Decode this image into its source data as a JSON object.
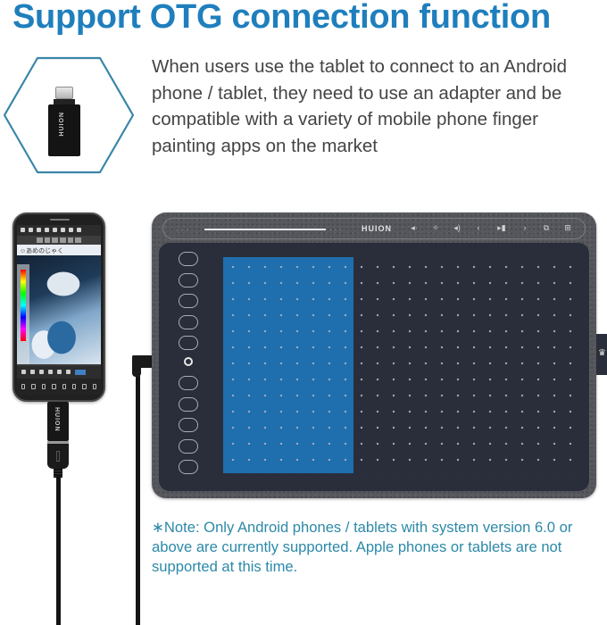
{
  "header": {
    "title": "Support OTG connection function"
  },
  "description": {
    "text": "When users use the tablet to connect to an Android phone / tablet, they need to use an adapter and be compatible with a variety of mobile phone finger painting apps on the market"
  },
  "adapter_product": {
    "brand_label": "HUION",
    "icon": "otg-adapter-icon"
  },
  "phone": {
    "app_title": "☺あめのじゃく",
    "otg_brand_label": "HUION"
  },
  "tablet": {
    "brand": "HUION",
    "top_bar_icons": [
      {
        "name": "volume-down-icon",
        "glyph": "◂·"
      },
      {
        "name": "brightness-icon",
        "glyph": "✧"
      },
      {
        "name": "volume-up-icon",
        "glyph": "◂)"
      },
      {
        "name": "previous-icon",
        "glyph": "‹"
      },
      {
        "name": "play-pause-icon",
        "glyph": "▸▮"
      },
      {
        "name": "next-icon",
        "glyph": "›"
      },
      {
        "name": "screen-switch-icon",
        "glyph": "⧉"
      },
      {
        "name": "grid-icon",
        "glyph": "⊞"
      }
    ],
    "side_tag_glyph": "♛",
    "express_keys_count": 10
  },
  "note": {
    "text": "∗Note: Only Android phones / tablets with system version 6.0 or above are currently supported. Apple phones or tablets are not supported at this time."
  },
  "colors": {
    "title": "#1f7fbd",
    "body_text": "#444444",
    "note_text": "#2c89a8",
    "hex_border": "#3a86a8",
    "tablet_body": "#56585e",
    "tablet_surface": "#2a2e3a",
    "active_area": "#1f6fae"
  }
}
